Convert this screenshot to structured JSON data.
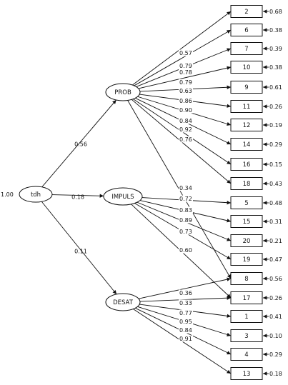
{
  "latent": {
    "root": {
      "id": "tdh",
      "label": "tdh",
      "variance": "1.00"
    },
    "factors": [
      {
        "id": "PROB",
        "label": "PROB",
        "loading": "0.56"
      },
      {
        "id": "IMPULS",
        "label": "IMPULS",
        "loading": "0.18"
      },
      {
        "id": "DESAT",
        "label": "DESAT",
        "loading": "0.11"
      }
    ]
  },
  "items": [
    {
      "id": "2",
      "label": "2",
      "error": "0.68"
    },
    {
      "id": "6",
      "label": "6",
      "error": "0.38"
    },
    {
      "id": "7",
      "label": "7",
      "error": "0.39"
    },
    {
      "id": "10",
      "label": "10",
      "error": "0.38"
    },
    {
      "id": "9",
      "label": "9",
      "error": "0.61"
    },
    {
      "id": "11",
      "label": "11",
      "error": "0.26"
    },
    {
      "id": "12",
      "label": "12",
      "error": "0.19"
    },
    {
      "id": "14",
      "label": "14",
      "error": "0.29"
    },
    {
      "id": "16",
      "label": "16",
      "error": "0.15"
    },
    {
      "id": "18",
      "label": "18",
      "error": "0.43"
    },
    {
      "id": "5",
      "label": "5",
      "error": "0.48"
    },
    {
      "id": "15",
      "label": "15",
      "error": "0.31"
    },
    {
      "id": "20",
      "label": "20",
      "error": "0.21"
    },
    {
      "id": "19",
      "label": "19",
      "error": "0.47"
    },
    {
      "id": "8",
      "label": "8",
      "error": "0.56"
    },
    {
      "id": "17",
      "label": "17",
      "error": "0.26"
    },
    {
      "id": "1",
      "label": "1",
      "error": "0.41"
    },
    {
      "id": "3",
      "label": "3",
      "error": "0.10"
    },
    {
      "id": "4",
      "label": "4",
      "error": "0.29"
    },
    {
      "id": "13",
      "label": "13",
      "error": "0.18"
    }
  ],
  "loadings": [
    {
      "from": "PROB",
      "to": "2",
      "label": "0.57"
    },
    {
      "from": "PROB",
      "to": "6",
      "label": "0.79"
    },
    {
      "from": "PROB",
      "to": "7",
      "label": "0.78"
    },
    {
      "from": "PROB",
      "to": "10",
      "label": "0.79"
    },
    {
      "from": "PROB",
      "to": "9",
      "label": "0.63"
    },
    {
      "from": "PROB",
      "to": "11",
      "label": "0.86"
    },
    {
      "from": "PROB",
      "to": "12",
      "label": "0.90"
    },
    {
      "from": "PROB",
      "to": "14",
      "label": "0.84"
    },
    {
      "from": "PROB",
      "to": "16",
      "label": "0.92"
    },
    {
      "from": "PROB",
      "to": "18",
      "label": "0.76"
    },
    {
      "from": "PROB",
      "to": "8",
      "label": "0.34"
    },
    {
      "from": "IMPULS",
      "to": "5",
      "label": "0.72"
    },
    {
      "from": "IMPULS",
      "to": "15",
      "label": "0.83"
    },
    {
      "from": "IMPULS",
      "to": "20",
      "label": "0.89"
    },
    {
      "from": "IMPULS",
      "to": "19",
      "label": "0.73"
    },
    {
      "from": "IMPULS",
      "to": "17",
      "label": "0.60"
    },
    {
      "from": "DESAT",
      "to": "8",
      "label": "0.36"
    },
    {
      "from": "DESAT",
      "to": "17",
      "label": "0.33"
    },
    {
      "from": "DESAT",
      "to": "1",
      "label": "0.77"
    },
    {
      "from": "DESAT",
      "to": "3",
      "label": "0.95"
    },
    {
      "from": "DESAT",
      "to": "4",
      "label": "0.84"
    },
    {
      "from": "DESAT",
      "to": "13",
      "label": "0.91"
    }
  ]
}
